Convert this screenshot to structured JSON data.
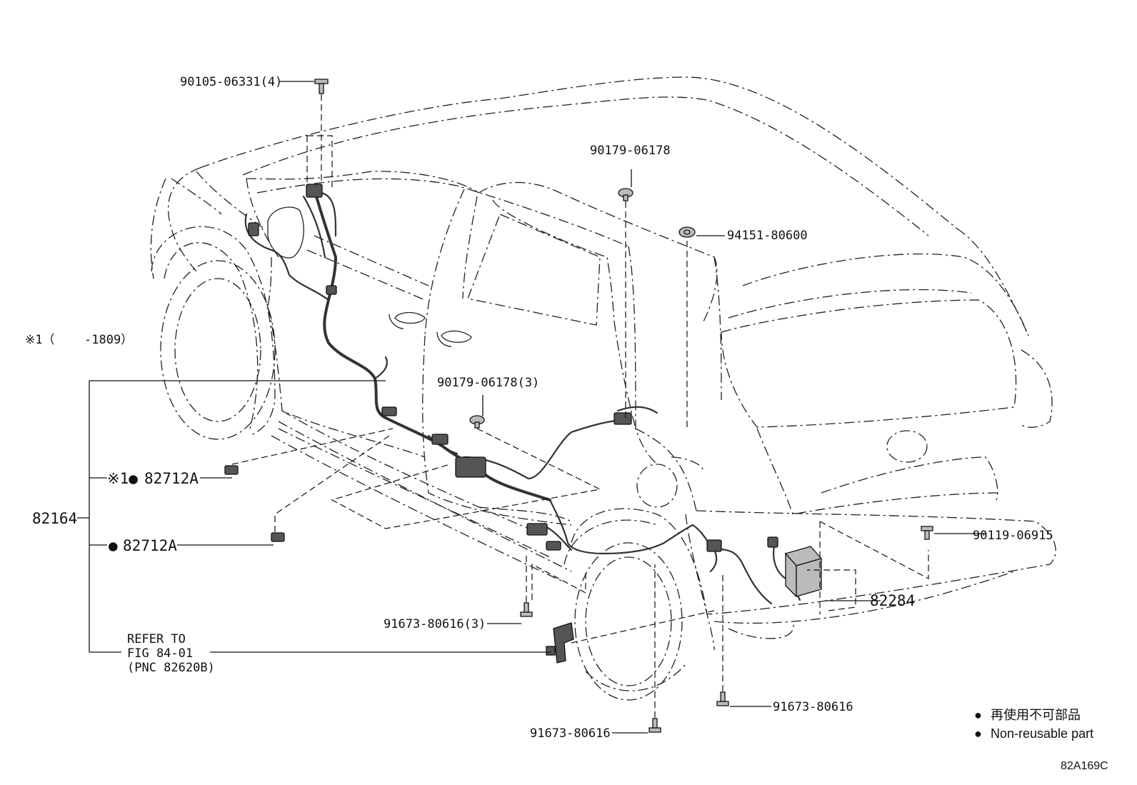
{
  "diagram": {
    "part_labels": {
      "bolt_90105": "90105-06331(4)",
      "clip_90179_top": "90179-06178",
      "nut_94151": "94151-80600",
      "clip_90179_door": "90179-06178(3)",
      "bolt_90119": "90119-06915",
      "bolt_91673_3": "91673-80616(3)",
      "bolt_91673_right": "91673-80616",
      "bolt_91673_bottom": "91673-80616",
      "harness_82164": "82164",
      "junction_82284": "82284",
      "conn_82712a_note_mark": "※1●",
      "conn_82712a_note": "82712A",
      "conn_82712a_mark": "●",
      "conn_82712a": "82712A"
    },
    "note": {
      "mark": "※1（",
      "range": "-1809）"
    },
    "refer": {
      "line1": "REFER TO",
      "line2": "FIG 84-01",
      "line3": "(PNC 82620B)"
    },
    "legend": {
      "bullet": "●",
      "japanese": "再使用不可部品",
      "english": "Non-reusable part"
    },
    "figure_code": "82A169C",
    "icons": [
      "bolt-icon",
      "clip-icon",
      "nut-icon",
      "connector-icon",
      "bracket-icon",
      "junction-box-icon"
    ]
  }
}
